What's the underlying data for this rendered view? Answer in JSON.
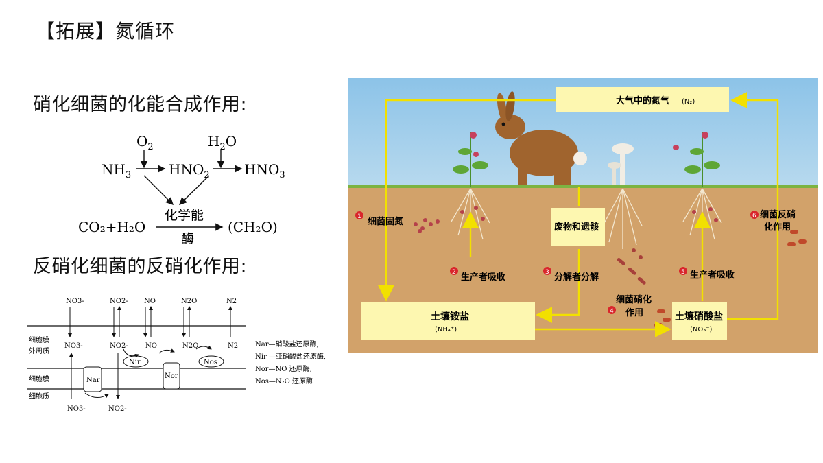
{
  "title": "【拓展】氮循环",
  "nitrification": {
    "heading": "硝化细菌的化能合成作用:",
    "o2": "O",
    "o2_sub": "2",
    "h2o_top": "H",
    "h2o_top_sub": "2",
    "h2o_top_end": "O",
    "nh3": "NH",
    "nh3_sub": "3",
    "hno2": "HNO",
    "hno2_sub": "2",
    "hno3": "HNO",
    "hno3_sub": "3",
    "co2_h2o": "CO₂+H₂O",
    "condition_top": "化学能",
    "condition_bottom": "酶",
    "product": "(CH₂O)"
  },
  "denitrification": {
    "heading": "反硝化细菌的反硝化作用:",
    "top_species": [
      "NO3-",
      "NO2-",
      "NO",
      "N2O",
      "N2"
    ],
    "periplasm_species": [
      "NO3-",
      "NO2-",
      "NO",
      "N2O",
      "N2"
    ],
    "cytoplasm_species": [
      "NO3-",
      "NO2-"
    ],
    "layer_membrane_outer": "细胞膜",
    "layer_periplasm": "外周质",
    "layer_membrane": "细胞膜",
    "layer_cytoplasm": "细胞质",
    "enzymes": [
      "Nar",
      "Nir",
      "Nor",
      "Nos"
    ],
    "legend": [
      "Nar—硝酸盐还原酶,",
      "Nir —亚硝酸盐还原酶,",
      "Nor—NO 还原酶,",
      "Nos—N₂O 还原酶"
    ]
  },
  "cycle": {
    "atmosphere": "大气中的氮气",
    "atmosphere_formula": "(N₂)",
    "ammonium": "土壤铵盐",
    "ammonium_formula": "(NH₄⁺)",
    "nitrate": "土壤硝酸盐",
    "nitrate_formula": "(NO₃⁻)",
    "waste": "废物和遗骸",
    "steps": [
      {
        "num": "1",
        "label": "细菌固氮"
      },
      {
        "num": "2",
        "label": "生产者吸收"
      },
      {
        "num": "3",
        "label": "分解者分解"
      },
      {
        "num": "4",
        "label": "细菌硝化作用"
      },
      {
        "num": "5",
        "label": "生产者吸收"
      },
      {
        "num": "6",
        "label": "细菌反硝化作用"
      }
    ],
    "step4_line1": "细菌硝化",
    "step4_line2": "作用",
    "step6_line1": "细菌反硝",
    "step6_line2": "化作用",
    "colors": {
      "sky": "#7fb9e0",
      "soil": "#d2a26a",
      "box": "#fdf7b0",
      "arrow": "#f2e000",
      "step_marker": "#d9262c"
    }
  }
}
